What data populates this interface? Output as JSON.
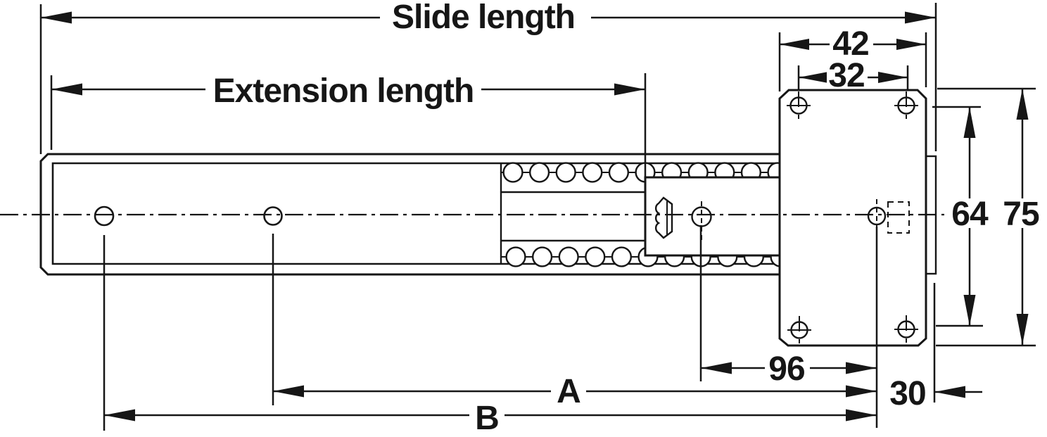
{
  "dims": {
    "slide_length": "Slide length",
    "extension_length": "Extension length",
    "plate_width": "42",
    "screw_spacing_horizontal": "32",
    "screw_spacing_vertical": "64",
    "plate_height": "75",
    "hole_to_plate_center": "96",
    "plate_center_to_rear": "30",
    "hole_a": "A",
    "hole_b": "B"
  },
  "drawing": {
    "type": "technical-dimension-drawing",
    "subject": "ball-bearing drawer slide with rear mounting plate",
    "line_color": "#161616",
    "background": "#ffffff"
  }
}
